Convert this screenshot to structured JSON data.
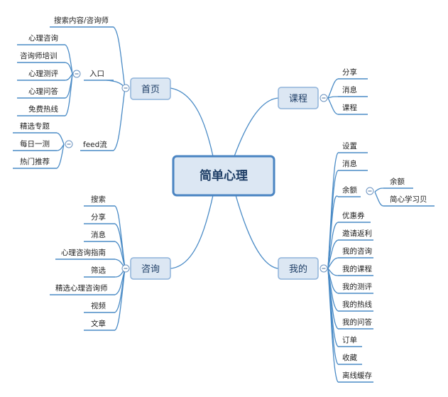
{
  "root": {
    "label": "简单心理"
  },
  "home": {
    "label": "首页",
    "search": "搜索内容/咨询师",
    "entry": {
      "label": "入口",
      "items": [
        "心理咨询",
        "咨询师培训",
        "心理测评",
        "心理问答",
        "免费热线"
      ]
    },
    "feed": {
      "label": "feed流",
      "items": [
        "精选专题",
        "每日一测",
        "热门推荐"
      ]
    }
  },
  "course": {
    "label": "课程",
    "items": [
      "分享",
      "消息",
      "课程"
    ]
  },
  "consult": {
    "label": "咨询",
    "items": [
      "搜索",
      "分享",
      "消息",
      "心理咨询指南",
      "筛选",
      "精选心理咨询师",
      "视频",
      "文章"
    ]
  },
  "mine": {
    "label": "我的",
    "items": [
      "设置",
      "消息",
      "余额",
      "优惠券",
      "邀请返利",
      "我的咨询",
      "我的课程",
      "我的测评",
      "我的热线",
      "我的问答",
      "订单",
      "收藏",
      "离线缓存"
    ],
    "balance": {
      "items": [
        "余额",
        "简心学习贝"
      ]
    }
  },
  "colors": {
    "line": "#4a8bc6",
    "node_fill": "#dce7f3",
    "node_border": "#8fb3da",
    "root_border": "#4a84c2",
    "text": "#1e3e66"
  }
}
